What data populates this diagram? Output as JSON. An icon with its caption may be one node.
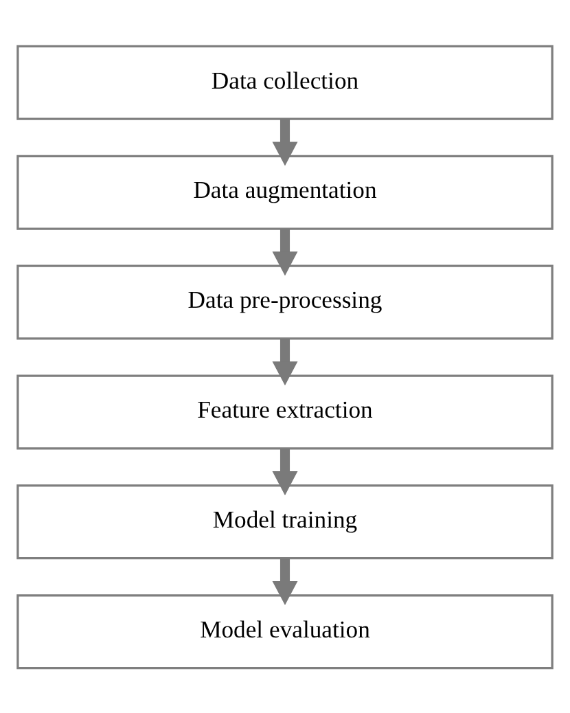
{
  "diagram": {
    "nodes": [
      {
        "text": [
          "Data collection"
        ]
      },
      {
        "text": [
          "Data augmentation"
        ]
      },
      {
        "text": [
          "Data pre-processing"
        ]
      },
      {
        "text": [
          "Feature extraction"
        ]
      },
      {
        "text": [
          "Model training"
        ]
      },
      {
        "text": [
          "Model evaluation"
        ]
      }
    ],
    "edges": [
      {
        "from": 0,
        "to": 1,
        "arrow": "to"
      },
      {
        "from": 1,
        "to": 2,
        "arrow": "to"
      },
      {
        "from": 2,
        "to": 3,
        "arrow": "to"
      },
      {
        "from": 3,
        "to": 4,
        "arrow": "to"
      },
      {
        "from": 4,
        "to": 5,
        "arrow": "to"
      }
    ]
  }
}
